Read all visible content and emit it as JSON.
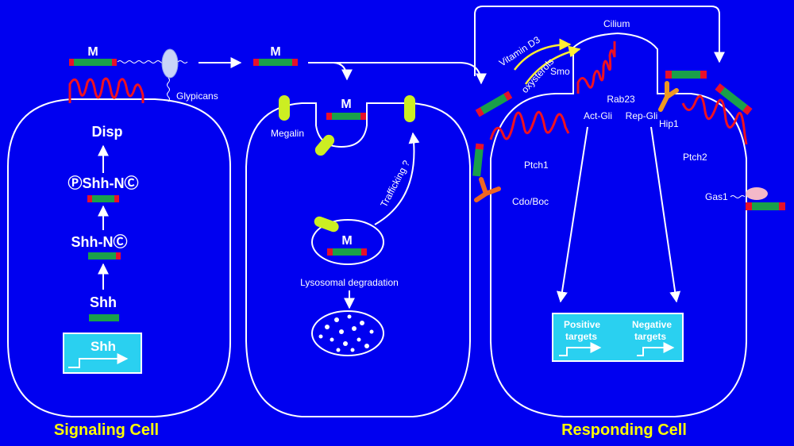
{
  "colors": {
    "background": "#0000f0",
    "membrane": "#ffffff",
    "ligand_green": "#1aa04a",
    "ligand_red": "#e8102a",
    "receptor_red": "#ee1122",
    "megalin_yellow": "#ccee22",
    "caption_yellow": "#ffff00",
    "gene_box": "#2ad0f0",
    "cdo_orange": "#ee6622",
    "hip1_orange": "#ee9922",
    "glypican": "#c8d4f8",
    "gas1": "#f4b8c8",
    "arrow_yellow": "#ffee33"
  },
  "signaling_cell": {
    "caption": "Signaling Cell",
    "ligand_label": "M",
    "glypicans_label": "Glypicans",
    "disp_label": "Disp",
    "p_shh_nc_label": "ⓅShh-NⒸ",
    "shh_nc_label": "Shh-NⒸ",
    "shh_label": "Shh",
    "gene_label": "Shh"
  },
  "middle_cell": {
    "free_ligand_label": "M",
    "megalin_label": "Megalin",
    "bound_ligand_label": "M",
    "trafficking_label": "Trafficking ?",
    "vesicle_ligand_label": "M",
    "degradation_label": "Lysosomal degradation"
  },
  "responding_cell": {
    "caption": "Responding Cell",
    "cilium_label": "Cilium",
    "vitamin_label": "Vitamin D3",
    "oxysterols_label": "oxysterols",
    "smo_label": "Smo",
    "rab23_label": "Rab23",
    "act_gli_label": "Act-Gli",
    "rep_gli_label": "Rep-Gli",
    "hip1_label": "Hip1",
    "ptch1_label": "Ptch1",
    "ptch2_label": "Ptch2",
    "cdo_boc_label": "Cdo/Boc",
    "gas1_label": "Gas1",
    "positive_targets_line1": "Positive",
    "positive_targets_line2": "targets",
    "negative_targets_line1": "Negative",
    "negative_targets_line2": "targets"
  }
}
